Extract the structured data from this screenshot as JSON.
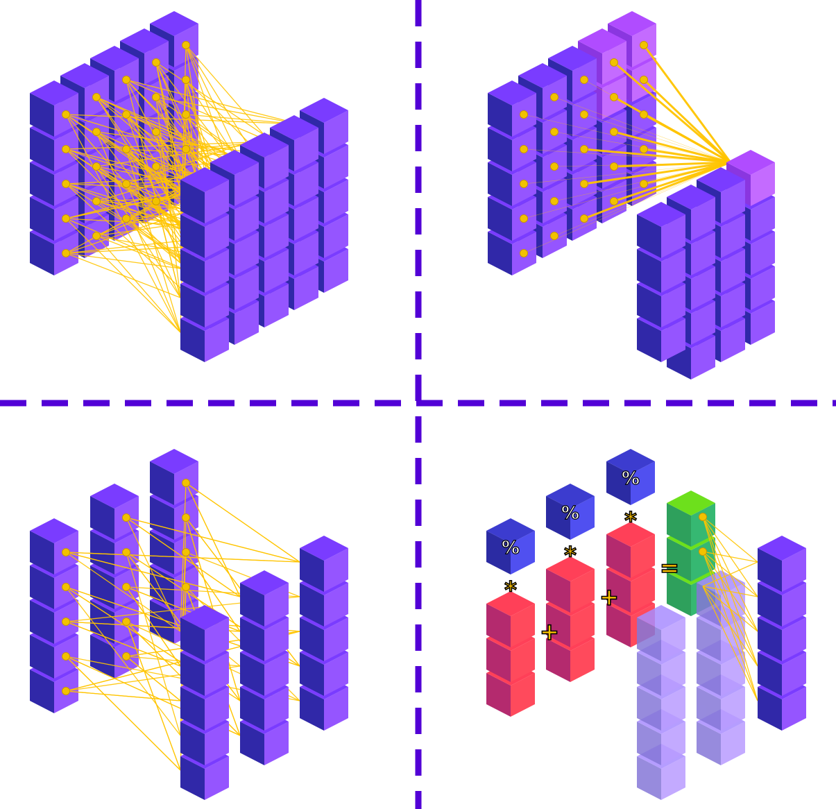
{
  "colors": {
    "background": "#ffffff",
    "divider": "#5200d6",
    "cube_top": "#7a3cff",
    "cube_left": "#3028a8",
    "cube_right": "#9555ff",
    "highlight_top": "#b04cff",
    "highlight_left": "#8a36e0",
    "highlight_right": "#c46bff",
    "connection": "#ffc400",
    "node": "#f2c200",
    "node_stroke": "#c99700",
    "red_top": "#ff4058",
    "red_left": "#b42a6e",
    "red_right": "#ff4a5c",
    "blue_top": "#3c3ccf",
    "blue_left": "#2b2ba3",
    "blue_right": "#5050f0",
    "green_top": "#6de01c",
    "green_left": "#2ea05c",
    "green_right": "#36b872",
    "ghost_top": "#a98cff",
    "ghost_left": "#8577d8",
    "ghost_right": "#b99cff",
    "operator_fill": "#ffc400",
    "operator_stroke": "#000000"
  },
  "panels": [
    {
      "id": "top-left",
      "description_name": "dense-fully-connected-layer"
    },
    {
      "id": "top-right",
      "description_name": "single-output-neuron-highlighted"
    },
    {
      "id": "bottom-left",
      "description_name": "column-layer-connections"
    },
    {
      "id": "bottom-right",
      "description_name": "weighted-sum-computation"
    }
  ],
  "operators": {
    "percent": "%",
    "multiply": "*",
    "plus": "+",
    "equals": "="
  }
}
